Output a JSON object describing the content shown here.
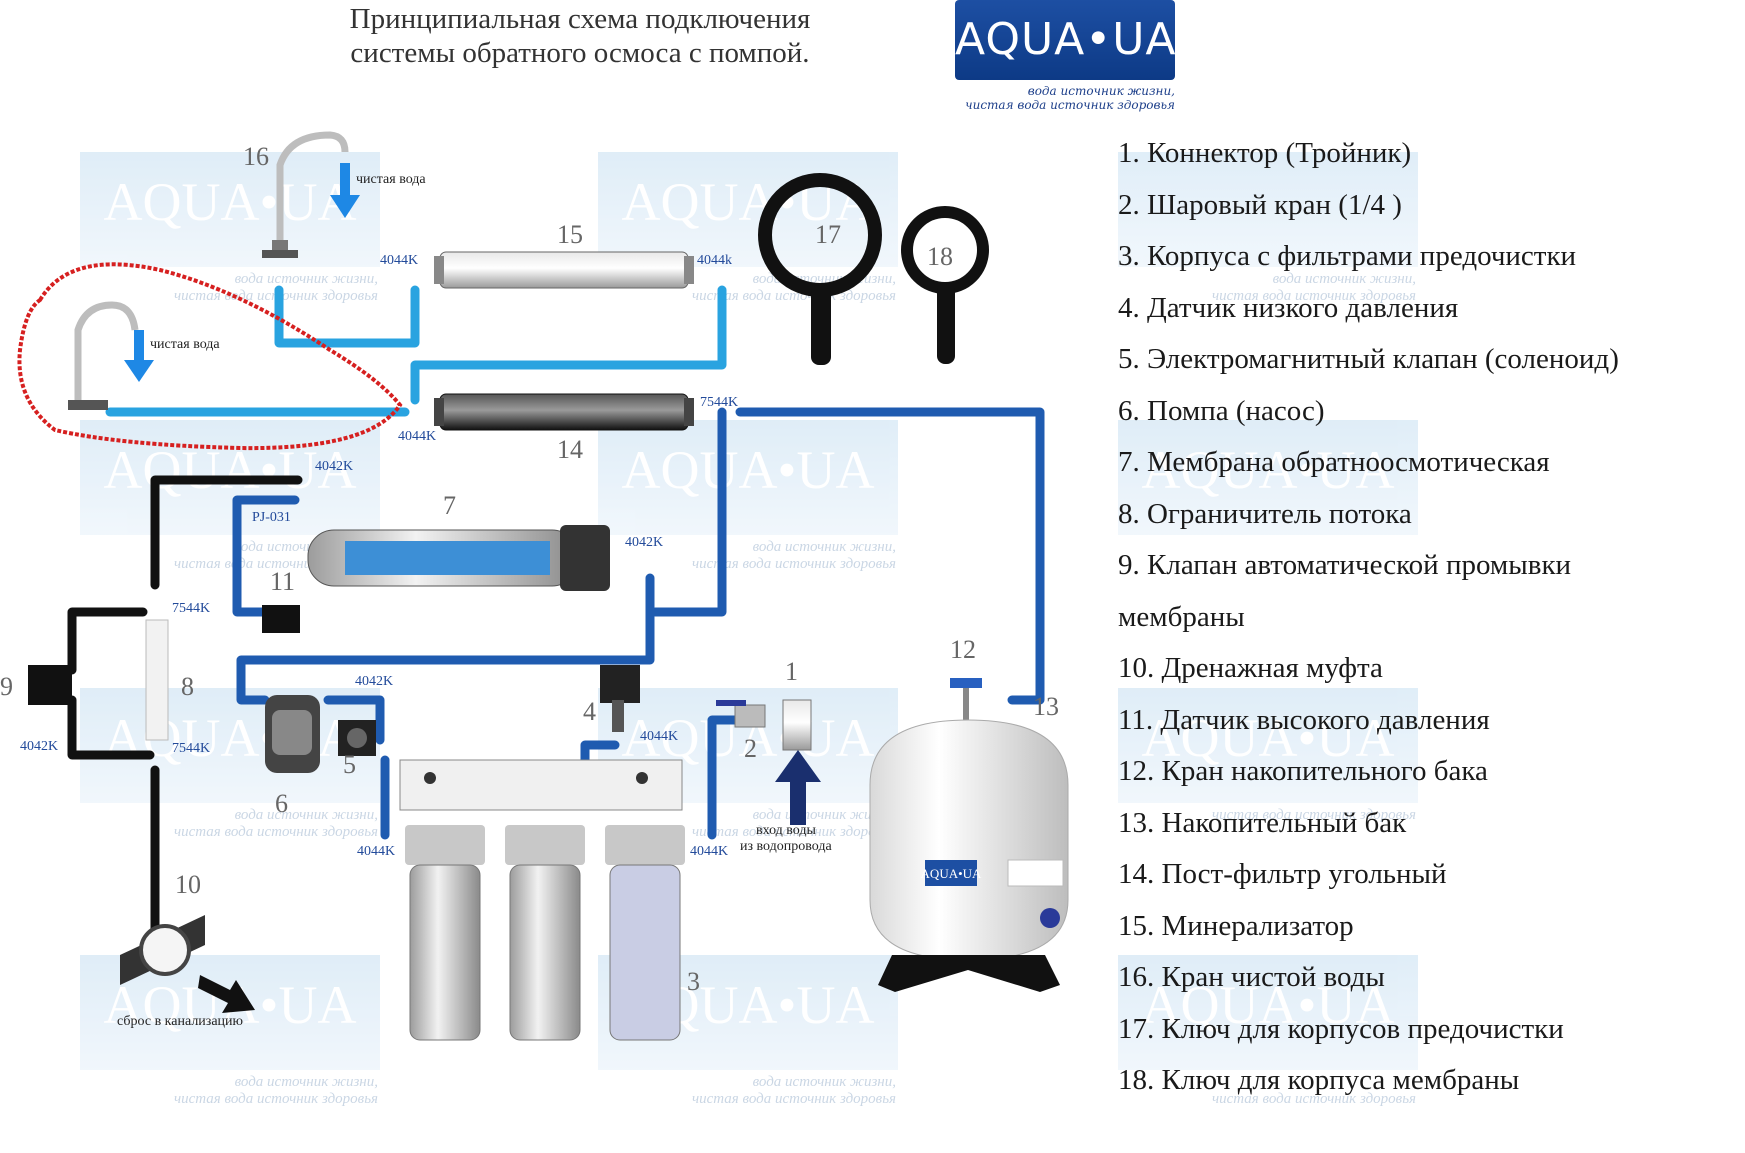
{
  "title": {
    "line1": "Принципиальная схема подключения",
    "line2": "системы обратного осмоса с помпой."
  },
  "logo": {
    "brand": "AQUA•UA",
    "tagline_line1": "вода источник жизни,",
    "tagline_line2": "чистая вода источник здоровья"
  },
  "watermark": {
    "brand": "AQUA•UA",
    "line1": "вода источник жизни,",
    "line2": "чистая вода источник здоровья"
  },
  "legend": [
    "1. Коннектор (Тройник)",
    "2. Шаровый кран (1/4 )",
    "3. Корпуса с фильтрами предочистки",
    "4. Датчик низкого давления",
    "5. Электромагнитный клапан (соленоид)",
    "6. Помпа (насос)",
    "7. Мембрана обратноосмотическая",
    "8. Ограничитель потока",
    "9. Клапан автоматической промывки мембраны",
    "10. Дренажная муфта",
    "11. Датчик высокого давления",
    "12. Кран накопительного бака",
    "13. Накопительный бак",
    "14. Пост-фильтр угольный",
    "15. Минерализатор",
    "16. Кран чистой воды",
    "17. Ключ для корпусов предочистки",
    "18. Ключ для корпуса мембраны"
  ],
  "numbers": {
    "n1": "1",
    "n2": "2",
    "n3": "3",
    "n4": "4",
    "n5": "5",
    "n6": "6",
    "n7": "7",
    "n8": "8",
    "n9": "9",
    "n10": "10",
    "n11": "11",
    "n12": "12",
    "n13": "13",
    "n14": "14",
    "n15": "15",
    "n16": "16",
    "n17": "17",
    "n18": "18"
  },
  "fittings": {
    "f_4044k": "4044K",
    "f_4044k_lower": "4044k",
    "f_7544k": "7544K",
    "f_4042k": "4042K",
    "f_pj031": "PJ-031"
  },
  "labels": {
    "clean_water": "чистая вода",
    "water_inlet_line1": "вход воды",
    "water_inlet_line2": "из водопровода",
    "drain": "сброс в канализацию",
    "tank_brand": "AQUA•UA"
  },
  "colors": {
    "pipe_light": "#29a3e0",
    "pipe_dark": "#1f5bb0",
    "pipe_black": "#111111",
    "arrow_blue": "#1e88e5",
    "arrow_navy": "#1a2f6e",
    "annotation_red": "#d62020",
    "brand_blue": "#1d4fa3"
  }
}
